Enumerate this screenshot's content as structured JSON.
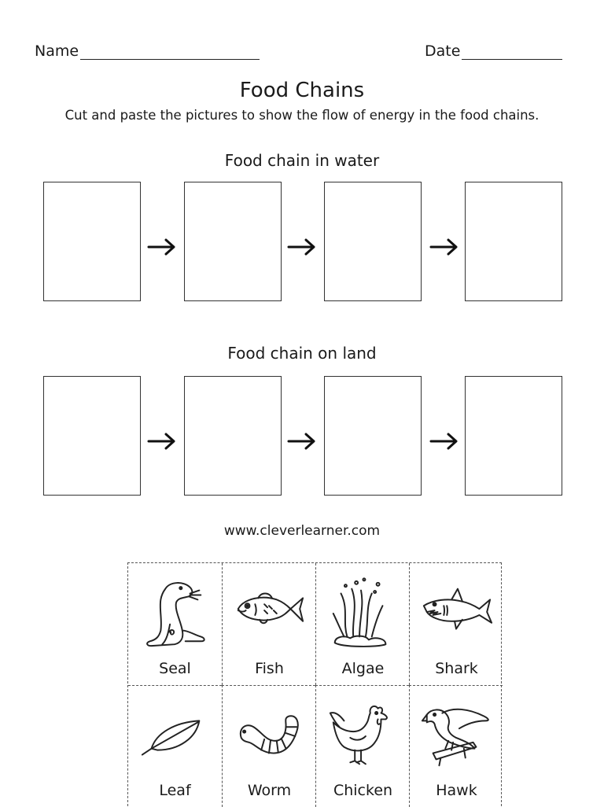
{
  "header": {
    "name_label": "Name",
    "date_label": "Date"
  },
  "title": "Food Chains",
  "instructions": "Cut and paste the pictures to show the flow of energy in the food chains.",
  "chains": [
    {
      "title": "Food chain in water",
      "box_count": 4
    },
    {
      "title": "Food chain on land",
      "box_count": 4
    }
  ],
  "website": "www.cleverlearner.com",
  "cutouts": [
    {
      "label": "Seal",
      "icon": "seal-icon"
    },
    {
      "label": "Fish",
      "icon": "fish-icon"
    },
    {
      "label": "Algae",
      "icon": "algae-icon"
    },
    {
      "label": "Shark",
      "icon": "shark-icon"
    },
    {
      "label": "Leaf",
      "icon": "leaf-icon"
    },
    {
      "label": "Worm",
      "icon": "worm-icon"
    },
    {
      "label": "Chicken",
      "icon": "chicken-icon"
    },
    {
      "label": "Hawk",
      "icon": "hawk-icon"
    }
  ]
}
